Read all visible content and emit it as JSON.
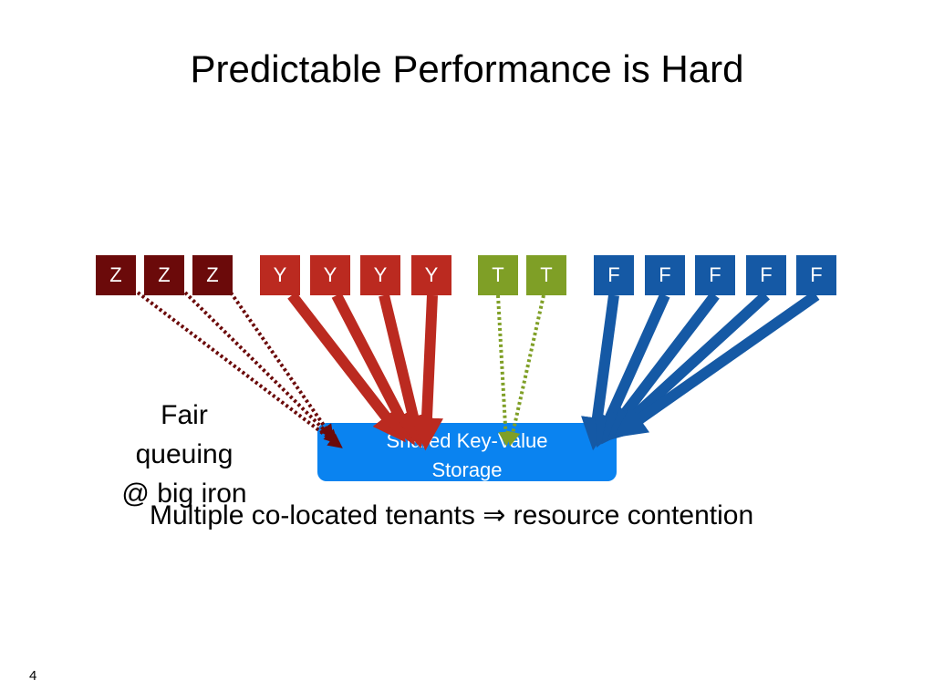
{
  "title": "Predictable Performance is Hard",
  "tenants": {
    "z": [
      "Z",
      "Z",
      "Z"
    ],
    "y": [
      "Y",
      "Y",
      "Y",
      "Y"
    ],
    "t": [
      "T",
      "T"
    ],
    "f": [
      "F",
      "F",
      "F",
      "F",
      "F"
    ]
  },
  "storage_label": "Shared Key-Value Storage",
  "fair_queuing": [
    "Fair",
    "queuing",
    "@ big iron"
  ],
  "caption": "Multiple co-located tenants ⇒ resource contention",
  "page_number": "4",
  "colors": {
    "z": "#6b0a0a",
    "y": "#bb2a20",
    "t": "#7f9f26",
    "f": "#1559a5",
    "storage": "#0a83f0"
  }
}
